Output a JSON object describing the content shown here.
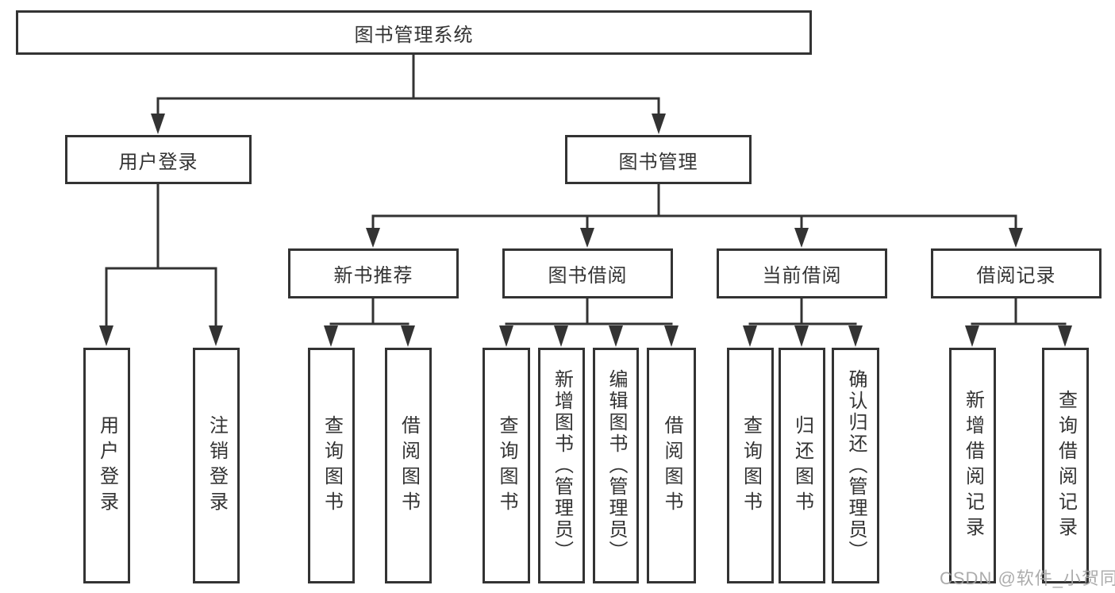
{
  "tree": {
    "label": "图书管理系统",
    "children": [
      {
        "label": "用户登录",
        "children": [
          {
            "label": "用户登录"
          },
          {
            "label": "注销登录"
          }
        ]
      },
      {
        "label": "图书管理",
        "children": [
          {
            "label": "新书推荐",
            "children": [
              {
                "label": "查询图书"
              },
              {
                "label": "借阅图书"
              }
            ]
          },
          {
            "label": "图书借阅",
            "children": [
              {
                "label": "查询图书"
              },
              {
                "label": "新增图书（管理员）"
              },
              {
                "label": "编辑图书（管理员）"
              },
              {
                "label": "借阅图书"
              }
            ]
          },
          {
            "label": "当前借阅",
            "children": [
              {
                "label": "查询图书"
              },
              {
                "label": "归还图书"
              },
              {
                "label": "确认归还（管理员）"
              }
            ]
          },
          {
            "label": "借阅记录",
            "children": [
              {
                "label": "新增借阅记录"
              },
              {
                "label": "查询借阅记录"
              }
            ]
          }
        ]
      }
    ]
  },
  "colors": {
    "line": "#333333",
    "text": "#333333",
    "background": "#ffffff",
    "watermark": "#a3a3a3"
  },
  "watermark": {
    "text": "CSDN @软件_小贺同学"
  }
}
